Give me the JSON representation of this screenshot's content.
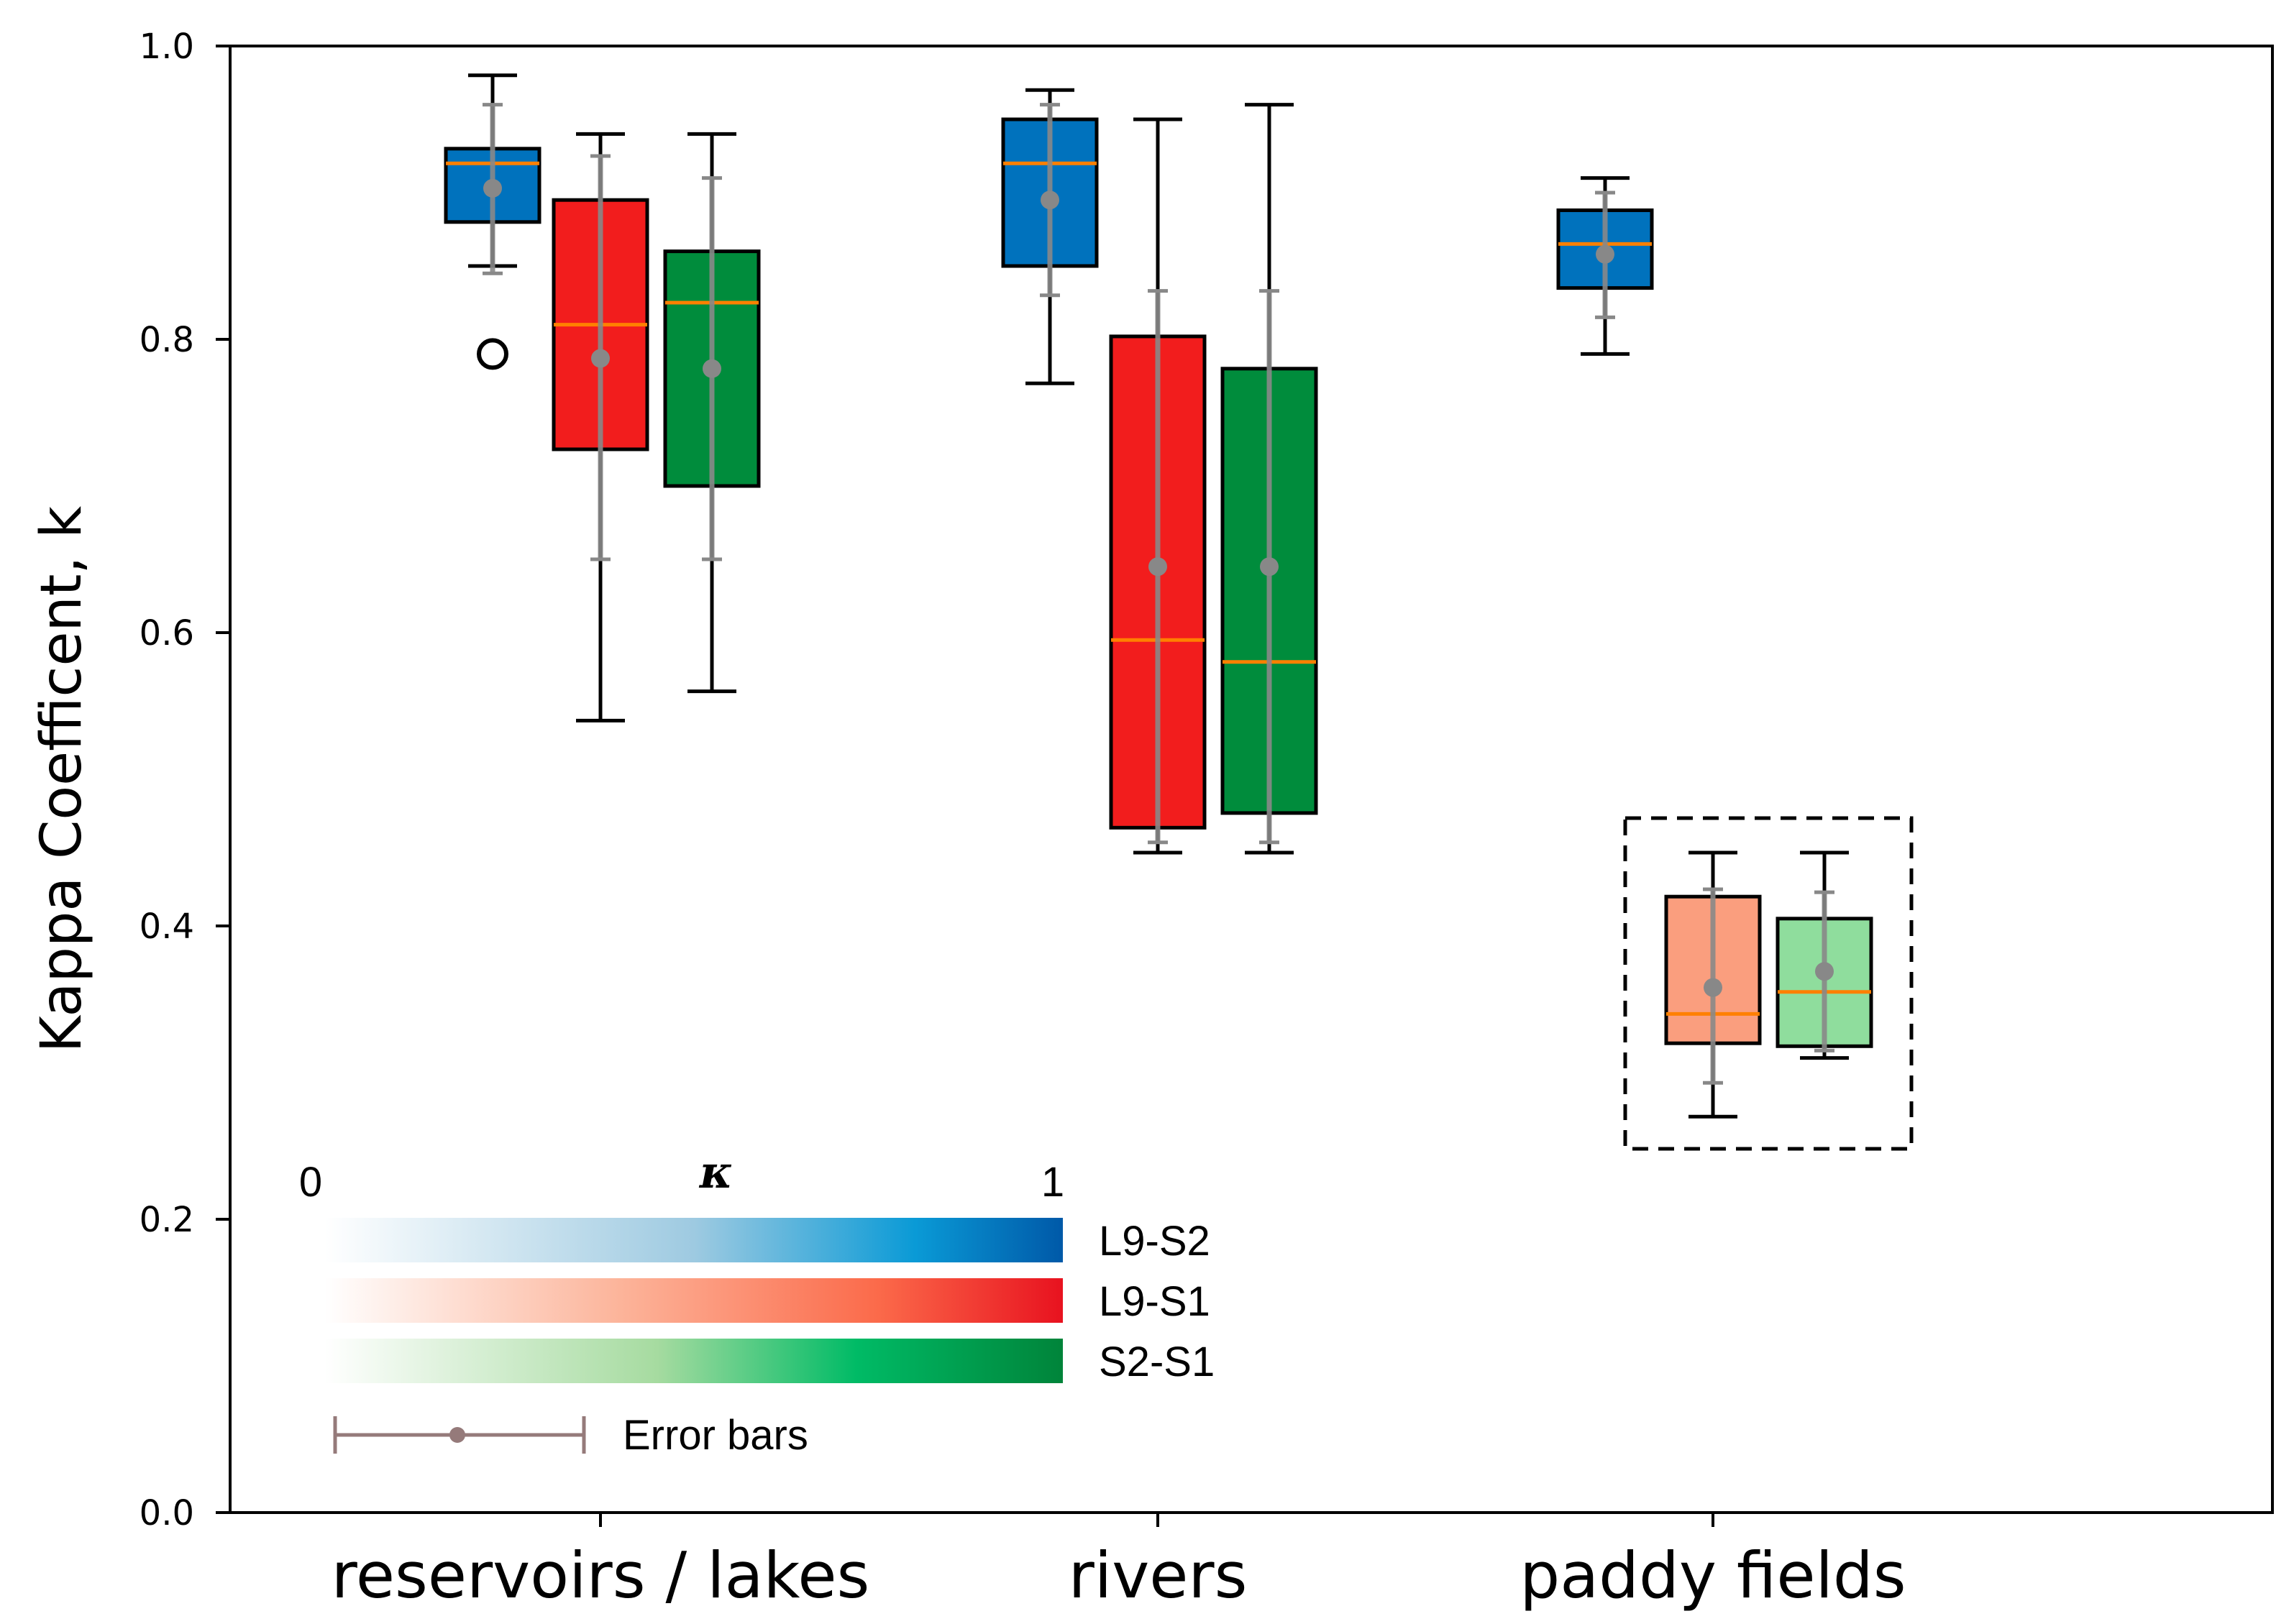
{
  "chart_data": {
    "type": "box",
    "ylabel": "Kappa Coefficent, k",
    "ylim": [
      0.0,
      1.0
    ],
    "yticks": [
      "0.0",
      "0.2",
      "0.4",
      "0.6",
      "0.8",
      "1.0"
    ],
    "categories": [
      "reservoirs / lakes",
      "rivers",
      "paddy fields"
    ],
    "colors": {
      "L9-S2": "#0072bd",
      "L9-S1": "#f21d1d",
      "S2-S1": "#008c3c",
      "L9-S1_faded": "#fa9e7e",
      "S2-S1_faded": "#8fdd9d",
      "median": "#ff8000",
      "error_bar": "#888888",
      "legend_error": "#957a7a"
    },
    "boxes": [
      {
        "category": "reservoirs / lakes",
        "series": "L9-S2",
        "whisker_low": 0.85,
        "q1": 0.88,
        "median": 0.92,
        "q3": 0.93,
        "whisker_high": 0.98,
        "mean": 0.903,
        "err_low": 0.845,
        "err_high": 0.96,
        "outliers": [
          0.79
        ]
      },
      {
        "category": "reservoirs / lakes",
        "series": "L9-S1",
        "whisker_low": 0.54,
        "q1": 0.725,
        "median": 0.81,
        "q3": 0.895,
        "whisker_high": 0.94,
        "mean": 0.787,
        "err_low": 0.65,
        "err_high": 0.925,
        "outliers": []
      },
      {
        "category": "reservoirs / lakes",
        "series": "S2-S1",
        "whisker_low": 0.56,
        "q1": 0.7,
        "median": 0.825,
        "q3": 0.86,
        "whisker_high": 0.94,
        "mean": 0.78,
        "err_low": 0.65,
        "err_high": 0.91,
        "outliers": []
      },
      {
        "category": "rivers",
        "series": "L9-S2",
        "whisker_low": 0.77,
        "q1": 0.85,
        "median": 0.92,
        "q3": 0.95,
        "whisker_high": 0.97,
        "mean": 0.895,
        "err_low": 0.83,
        "err_high": 0.96,
        "outliers": []
      },
      {
        "category": "rivers",
        "series": "L9-S1",
        "whisker_low": 0.45,
        "q1": 0.467,
        "median": 0.595,
        "q3": 0.802,
        "whisker_high": 0.95,
        "mean": 0.645,
        "err_low": 0.457,
        "err_high": 0.833,
        "outliers": []
      },
      {
        "category": "rivers",
        "series": "S2-S1",
        "whisker_low": 0.45,
        "q1": 0.477,
        "median": 0.58,
        "q3": 0.78,
        "whisker_high": 0.96,
        "mean": 0.645,
        "err_low": 0.457,
        "err_high": 0.833,
        "outliers": []
      },
      {
        "category": "paddy fields",
        "series": "L9-S2",
        "whisker_low": 0.79,
        "q1": 0.835,
        "median": 0.865,
        "q3": 0.888,
        "whisker_high": 0.91,
        "mean": 0.858,
        "err_low": 0.815,
        "err_high": 0.9,
        "outliers": []
      },
      {
        "category": "paddy fields",
        "series": "L9-S1",
        "whisker_low": 0.27,
        "q1": 0.32,
        "median": 0.34,
        "q3": 0.42,
        "whisker_high": 0.45,
        "mean": 0.358,
        "err_low": 0.293,
        "err_high": 0.425,
        "outliers": []
      },
      {
        "category": "paddy fields",
        "series": "S2-S1",
        "whisker_low": 0.31,
        "q1": 0.318,
        "median": 0.355,
        "q3": 0.405,
        "whisker_high": 0.45,
        "mean": 0.369,
        "err_low": 0.315,
        "err_high": 0.423,
        "outliers": []
      }
    ],
    "legend": {
      "scale_min": "0",
      "scale_max": "1",
      "scale_symbol": "κ",
      "entries": [
        "L9-S2",
        "L9-S1",
        "S2-S1"
      ],
      "error_label": "Error bars"
    }
  }
}
